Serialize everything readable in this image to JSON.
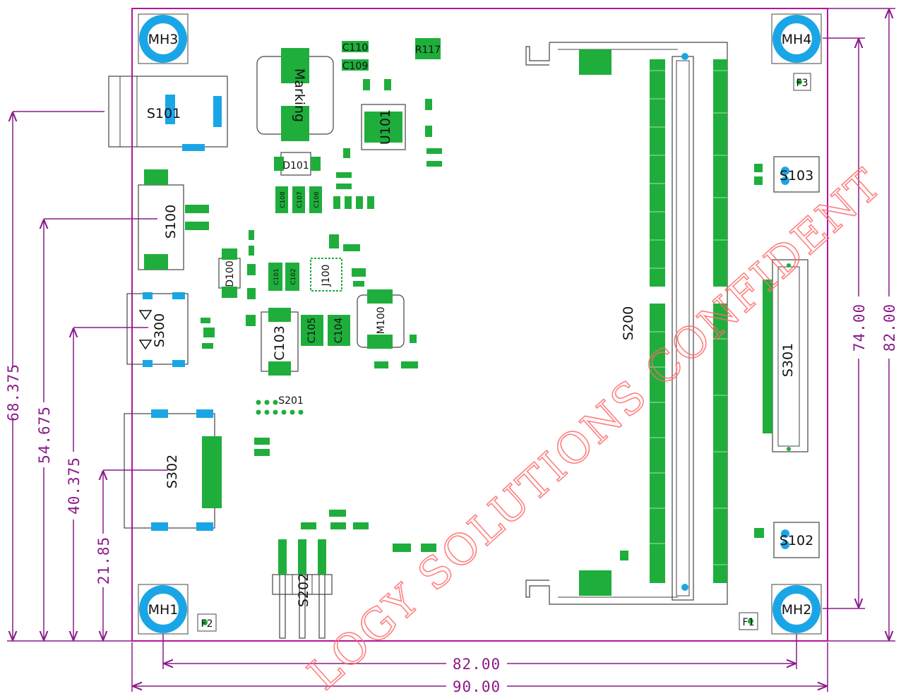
{
  "colors": {
    "board_outline": "#b0169e",
    "dimension": "#8a1a8a",
    "pad_green": "#1fae3c",
    "pad_cyan": "#1aa6e6",
    "watermark": "#ff6a6a"
  },
  "mounting_holes": [
    "MH1",
    "MH2",
    "MH3",
    "MH4"
  ],
  "fiducials": [
    "F1",
    "F2",
    "F3"
  ],
  "components": {
    "s101": "S101",
    "s100": "S100",
    "s300": "S300",
    "s302": "S302",
    "s201": "S201",
    "s202": "S202",
    "s200": "S200",
    "s301": "S301",
    "s103": "S103",
    "s102": "S102",
    "d101": "D101",
    "d100": "D100",
    "u101": "U101",
    "j100": "J100",
    "m100": "M100",
    "c110": "C110",
    "c109": "C109",
    "r117": "R117",
    "c108": "C108",
    "c107": "C107",
    "c106": "C106",
    "c101": "C101",
    "c102": "C102",
    "c103": "C103",
    "c105": "C105",
    "c104": "C104",
    "inductor_marking": "Marking"
  },
  "dimensions": {
    "vertical_left": [
      "68.375",
      "54.675",
      "40.375",
      "21.85"
    ],
    "vertical_right": [
      "74.00",
      "82.00"
    ],
    "horizontal": [
      "82.00",
      "90.00"
    ]
  },
  "watermark_text": "LOGY SOLUTIONS CONFIDENT"
}
